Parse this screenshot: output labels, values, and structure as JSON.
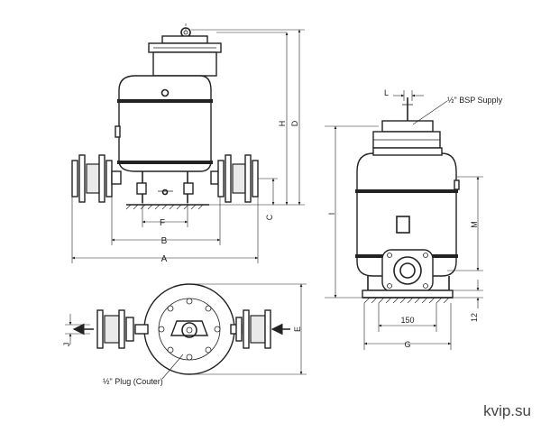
{
  "dimension_labels": {
    "A": "A",
    "B": "B",
    "F": "F",
    "C": "C",
    "H": "H",
    "D": "D",
    "L": "L",
    "I": "I",
    "M": "M",
    "G": "G",
    "E": "E",
    "J": "J",
    "d150": "150",
    "d12": "12"
  },
  "notes": {
    "bsp_supply": "½\" BSP Supply",
    "plug_counter": "½\" Plug (Couter)"
  },
  "watermark": "kvip.su"
}
